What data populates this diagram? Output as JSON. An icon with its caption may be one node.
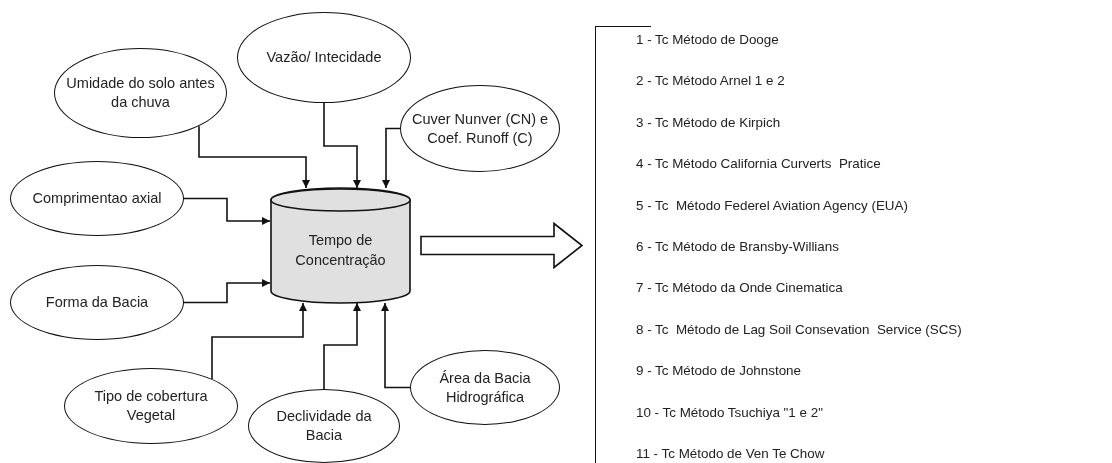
{
  "diagram": {
    "nodes": [
      {
        "text": [
          "Umidade do solo antes da chuva"
        ]
      },
      {
        "text": [
          "Vazão/ Intecidade"
        ]
      },
      {
        "text": [
          "Cuver Nunver (CN) e Coef. Runoff (C)"
        ]
      },
      {
        "text": [
          "Comprimentao axial"
        ]
      },
      {
        "text": [
          "Forma da Bacia"
        ]
      },
      {
        "text": [
          "Tipo de cobertura Vegetal"
        ]
      },
      {
        "text": [
          "Declividade da Bacia"
        ]
      },
      {
        "text": [
          "Área da Bacia Hidrográfica"
        ]
      },
      {
        "text": [
          "Tempo de Concentração"
        ]
      },
      {
        "text": [
          "1 - Tc Método de Dooge",
          "2 - Tc Método Arnel 1 e 2",
          "3 - Tc Método de Kirpich",
          "4 - Tc Método California Curverts  Pratice",
          "5 - Tc  Método Federel Aviation Agency (EUA)",
          "6 - Tc Método de Bransby-Willians",
          "7 - Tc Método da Onde Cinematica",
          "8 - Tc  Método de Lag Soil Consevation  Service (SCS)",
          "9 - Tc Método de Johnstone",
          "10 - Tc Método Tsuchiya \"1 e 2\"",
          "11 - Tc Método de Ven Te Chow"
        ]
      }
    ],
    "edges": [
      {
        "from": 0,
        "to": 8,
        "arrow": "to"
      },
      {
        "from": 1,
        "to": 8,
        "arrow": "to"
      },
      {
        "from": 2,
        "to": 8,
        "arrow": "to"
      },
      {
        "from": 3,
        "to": 8,
        "arrow": "to"
      },
      {
        "from": 4,
        "to": 8,
        "arrow": "to"
      },
      {
        "from": 5,
        "to": 8,
        "arrow": "to"
      },
      {
        "from": 6,
        "to": 8,
        "arrow": "to"
      },
      {
        "from": 7,
        "to": 8,
        "arrow": "to"
      },
      {
        "from": 8,
        "to": 9,
        "arrow": "to",
        "style": "thick"
      }
    ]
  }
}
